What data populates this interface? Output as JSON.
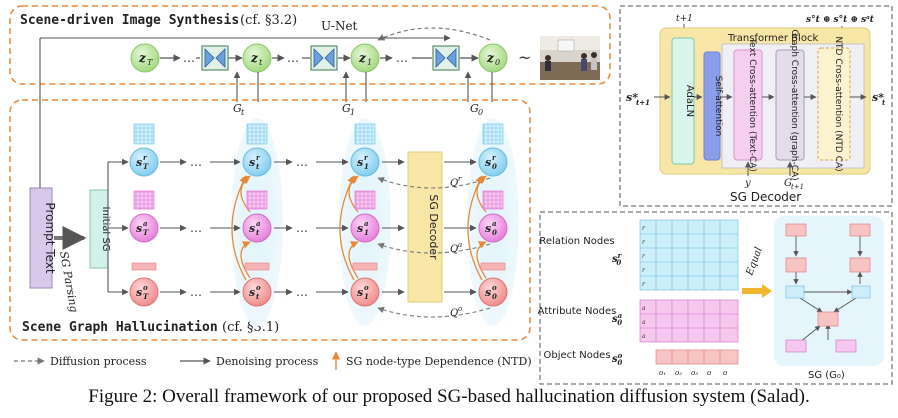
{
  "synthesis": {
    "title": "Scene-driven Image Synthesis",
    "ref": "(cf. §3.2)",
    "unet_label": "U-Net",
    "nodes": [
      "z",
      "z",
      "z",
      "z"
    ],
    "subs": [
      "T",
      "t",
      "1",
      "0"
    ],
    "tilde": "~"
  },
  "hallucination": {
    "title": "Scene Graph Hallucination",
    "ref": "(cf. §3.1)",
    "prompt_text": "Prompt Text",
    "sg_parsing": "SG Parsing",
    "initial_sg": "Initial SG",
    "sg_decoder": "SG Decoder",
    "g_labels": [
      "G",
      "G",
      "G"
    ],
    "g_subs": [
      "t",
      "1",
      "0"
    ],
    "node_rows": [
      "r",
      "a",
      "o"
    ],
    "col_subs": [
      "T",
      "t",
      "1",
      "0"
    ],
    "q_label": "Q",
    "q_sups": [
      "r",
      "a",
      "o"
    ],
    "dots": "…"
  },
  "legend": {
    "diffusion": "Diffusion process",
    "denoising": "Denoising process",
    "ntd": "SG node-type Dependence (NTD)"
  },
  "decoder_panel": {
    "title": "SG Decoder",
    "block_title": "Transformer Block",
    "adaln": "AdaLN",
    "self_attn": "Self-attention",
    "text_ca": "Text Cross-attention (Text-CA)",
    "graph_ca": "Graph Cross-attention (graph-CA)",
    "ntd_ca": "NTD Cross-attention (NTD CA)",
    "input_label": "s*",
    "input_sub": "t+1",
    "output_label": "s*",
    "output_sub": "t",
    "top_label": "t+1",
    "y_label": "y",
    "g_label": "G",
    "g_sub": "t+1",
    "top_right": "s°t ⊕ s°t ⊕ sᵃt"
  },
  "graph_panel": {
    "relation_nodes": "Relation Nodes",
    "attribute_nodes": "Attribute Nodes",
    "object_nodes": "Object Nodes",
    "equal": "Equal",
    "sg_label": "SG (G₀)",
    "row_labels_rel": [
      "r",
      "r",
      "r",
      "r",
      "r"
    ],
    "row_labels_attr": [
      "a",
      "a",
      "a"
    ],
    "obj_cols": [
      "o₁",
      "o₂",
      "o₃",
      "o",
      "o"
    ]
  },
  "caption": "Figure 2: Overall framework of our proposed SG-based hallucination diffusion system (Salad).",
  "colors": {
    "orange": "#E8893A",
    "relation": "#8DD3F2",
    "attribute": "#EE8BE3",
    "object": "#F4A0A0",
    "latent": "#B6E39A",
    "decoder": "#F8E6A6"
  }
}
